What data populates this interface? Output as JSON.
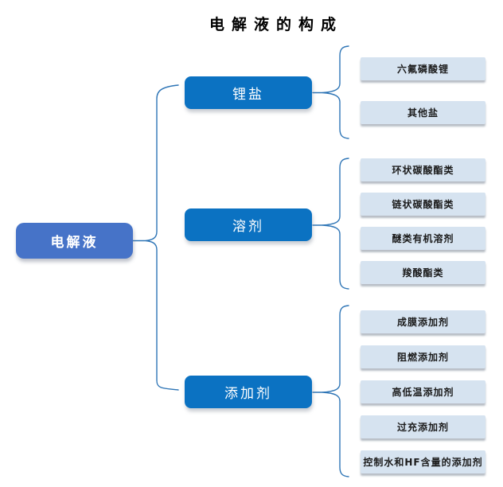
{
  "title": "电解液的构成",
  "colors": {
    "root": "#4673C8",
    "branch": "#0B72C2",
    "leaf": "#D6E3F0",
    "connector": "#2E75B6"
  },
  "root": {
    "label": "电解液"
  },
  "branches": [
    {
      "label": "锂盐",
      "children": [
        "六氟磷酸锂",
        "其他盐"
      ]
    },
    {
      "label": "溶剂",
      "children": [
        "环状碳酸酯类",
        "链状碳酸酯类",
        "醚类有机溶剂",
        "羧酸酯类"
      ]
    },
    {
      "label": "添加剂",
      "children": [
        "成膜添加剂",
        "阻燃添加剂",
        "高低温添加剂",
        "过充添加剂",
        "控制水和HF含量的添加剂"
      ]
    }
  ]
}
